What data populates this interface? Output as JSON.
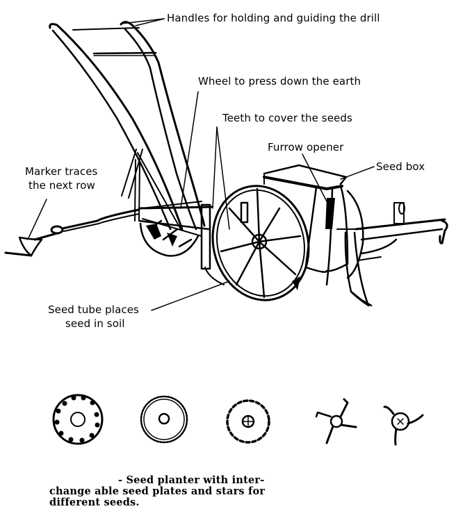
{
  "diagram": {
    "subject": "Seed drill / seed planter",
    "ink_color": "#000000",
    "background_color": "#ffffff",
    "labels": [
      {
        "id": "handles",
        "text": "Handles for holding and guiding the drill"
      },
      {
        "id": "wheel",
        "text": "Wheel to press down the earth"
      },
      {
        "id": "teeth",
        "text": "Teeth to cover the seeds"
      },
      {
        "id": "furrow-opener",
        "text": "Furrow opener"
      },
      {
        "id": "seed-box",
        "text": "Seed box"
      },
      {
        "id": "marker-line1",
        "text": "Marker traces"
      },
      {
        "id": "marker-line2",
        "text": "the next row"
      },
      {
        "id": "seed-tube-line1",
        "text": "Seed tube places"
      },
      {
        "id": "seed-tube-line2",
        "text": "seed in soil"
      }
    ],
    "seed_plates": [
      {
        "id": "plate-cupped-holes",
        "icon": "seed-plate-cups-icon"
      },
      {
        "id": "plate-fine-teeth",
        "icon": "seed-plate-fine-teeth-icon"
      },
      {
        "id": "plate-wavy-star",
        "icon": "seed-plate-star-icon"
      },
      {
        "id": "star-four-arm",
        "icon": "seed-star-four-arm-icon"
      },
      {
        "id": "star-three-arm",
        "icon": "seed-star-three-arm-icon"
      }
    ],
    "caption": {
      "line1": "- Seed planter with inter-",
      "line2": "change able seed plates and stars for",
      "line3": "different seeds."
    }
  }
}
